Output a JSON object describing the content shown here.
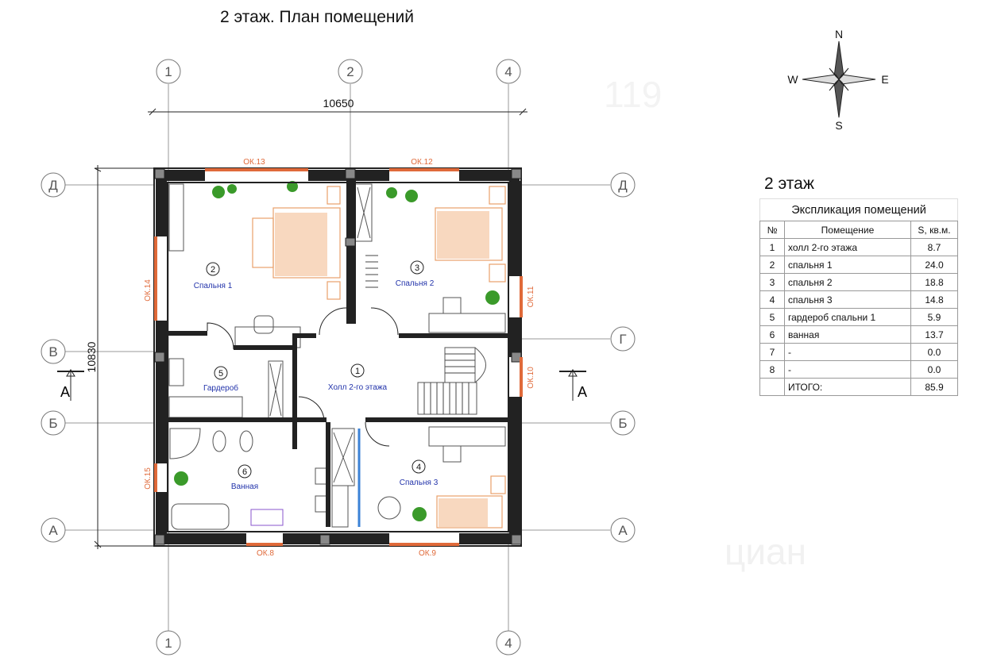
{
  "title": "2 этаж. План помещений",
  "axes": {
    "col1": "1",
    "col2": "2",
    "col4": "4",
    "rowD": "Д",
    "rowG": "Г",
    "rowV": "В",
    "rowB": "Б",
    "rowA": "А"
  },
  "dimensions": {
    "width": "10650",
    "height": "10830"
  },
  "section_marker": "А",
  "windows": [
    "ОК.13",
    "ОК.12",
    "ОК.14",
    "ОК.11",
    "ОК.10",
    "ОК.15",
    "ОК.8",
    "ОК.9"
  ],
  "rooms": [
    {
      "num": "1",
      "name": "Холл 2-го этажа"
    },
    {
      "num": "2",
      "name": "Спальня 1"
    },
    {
      "num": "3",
      "name": "Спальня 2"
    },
    {
      "num": "4",
      "name": "Спальня 3"
    },
    {
      "num": "5",
      "name": "Гардероб"
    },
    {
      "num": "6",
      "name": "Ванная"
    }
  ],
  "compass": {
    "n": "N",
    "s": "S",
    "e": "E",
    "w": "W"
  },
  "watermarks": [
    "119",
    "циан"
  ],
  "explication": {
    "heading": "2 этаж",
    "caption": "Экспликация помещений",
    "headers": {
      "num": "№",
      "room": "Помещение",
      "area": "S, кв.м."
    },
    "rows": [
      {
        "num": "1",
        "room": "холл 2-го этажа",
        "area": "8.7"
      },
      {
        "num": "2",
        "room": "спальня 1",
        "area": "24.0"
      },
      {
        "num": "3",
        "room": "спальня 2",
        "area": "18.8"
      },
      {
        "num": "4",
        "room": "спальня 3",
        "area": "14.8"
      },
      {
        "num": "5",
        "room": "гардероб спальни 1",
        "area": "5.9"
      },
      {
        "num": "6",
        "room": "ванная",
        "area": "13.7"
      },
      {
        "num": "7",
        "room": "-",
        "area": "0.0"
      },
      {
        "num": "8",
        "room": "-",
        "area": "0.0"
      }
    ],
    "total": {
      "num": "",
      "room": "ИТОГО:",
      "area": "85.9"
    }
  },
  "colors": {
    "wall": "#222222",
    "window": "#e06a3a",
    "furniture": "#e8a06a",
    "room_label": "#2233aa",
    "plant": "#3a9a2a"
  }
}
